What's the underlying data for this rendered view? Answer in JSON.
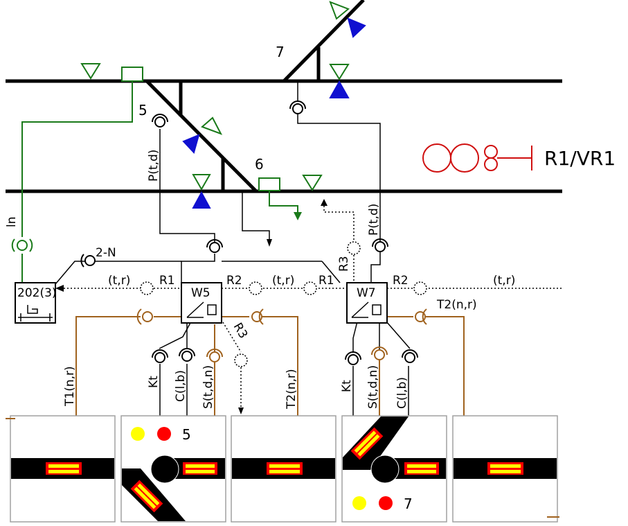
{
  "diagram": {
    "switch_numbers": {
      "s7": "7",
      "s5": "5",
      "s6": "6"
    },
    "legend": {
      "signal_label": "R1/VR1"
    },
    "colors": {
      "track": "#000000",
      "green": "#1a7a1a",
      "blue": "#1010d0",
      "brown": "#a0621e",
      "red": "#d01010",
      "yellow": "#ffff00"
    },
    "cables": {
      "ln": "ln",
      "p_td_left": "P(t,d)",
      "p_td_right": "P(t,d)",
      "two_n": "2-N",
      "tr_left": "(t,r)",
      "r1_left": "R1",
      "r2_mid": "R2",
      "tr_mid": "(t,r)",
      "r1_mid": "R1",
      "r2_right": "R2",
      "tr_right": "(t,r)",
      "r3_top": "R3",
      "r3_mid": "R3",
      "t2_nr_right": "T2(n,r)",
      "t1_nr": "T1(n,r)",
      "kt_left": "Kt",
      "c_lb_left": "C(l,b)",
      "s_tdn_left": "S(t,d,n)",
      "t2_nr_mid": "T2(n,r)",
      "kt_right": "Kt",
      "s_tdn_right": "S(t,d,n)",
      "c_lb_right": "C(l,b)"
    },
    "boxes": {
      "box202": "202(3)",
      "w5": "W5",
      "w7": "W7"
    },
    "panels": {
      "p2_number": "5",
      "p4_number": "7"
    }
  }
}
